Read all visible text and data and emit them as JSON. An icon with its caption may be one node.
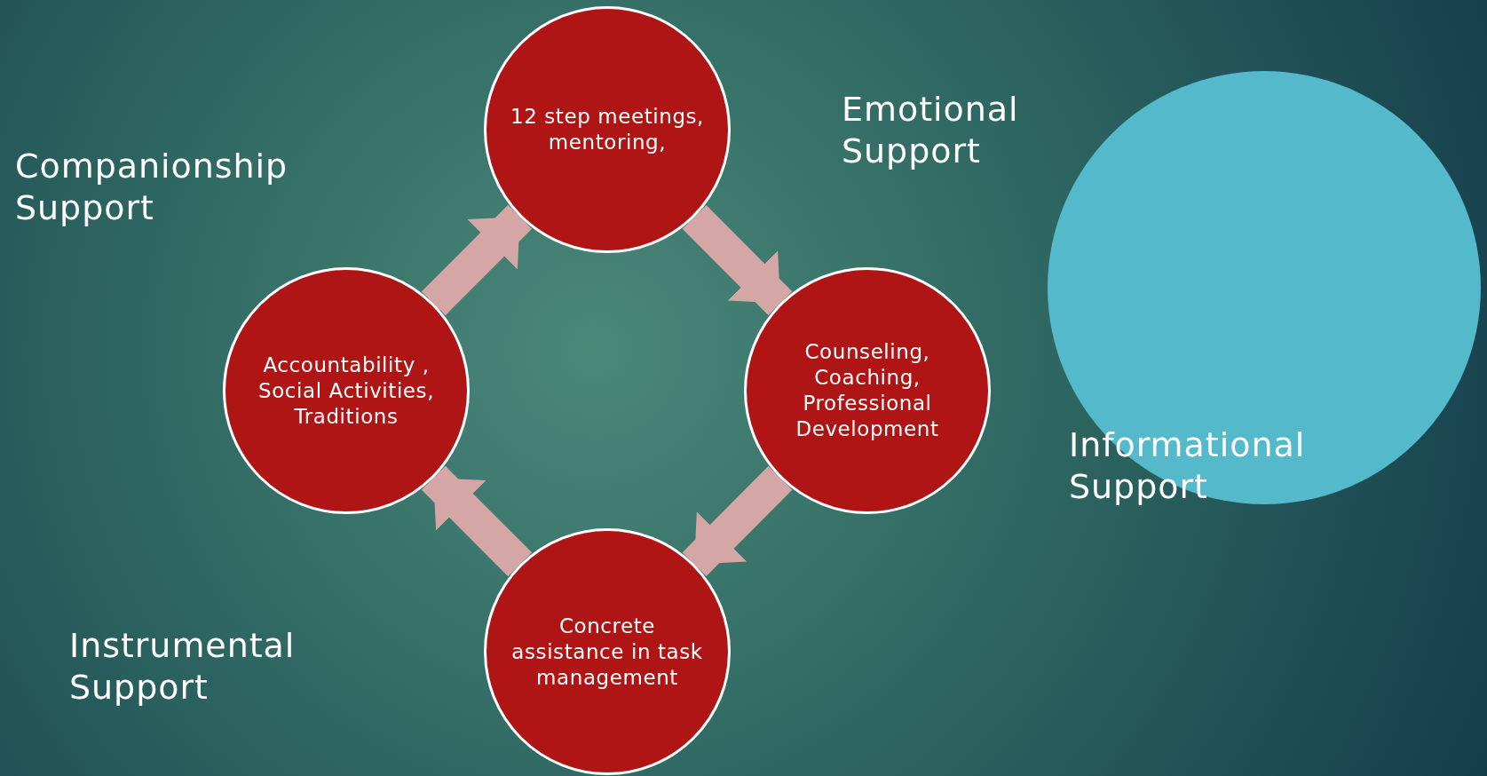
{
  "diagram": {
    "nodes": [
      {
        "text": [
          "12 step meetings, mentoring,"
        ]
      },
      {
        "text": [
          "Counseling, Coaching, Professional Development"
        ]
      },
      {
        "text": [
          "Concrete assistance in task management"
        ]
      },
      {
        "text": [
          "Accountability , Social Activities, Traditions"
        ]
      },
      {
        "text": [],
        "shape": "circle"
      }
    ],
    "edges": [
      {
        "from": 3,
        "to": 0,
        "arrow": "to"
      },
      {
        "from": 0,
        "to": 1,
        "arrow": "to"
      },
      {
        "from": 1,
        "to": 2,
        "arrow": "to"
      },
      {
        "from": 2,
        "to": 3,
        "arrow": "to"
      }
    ],
    "labels": [
      "Emotional Support",
      "Companionship Support",
      "Informational Support",
      "Instrumental Support"
    ]
  }
}
